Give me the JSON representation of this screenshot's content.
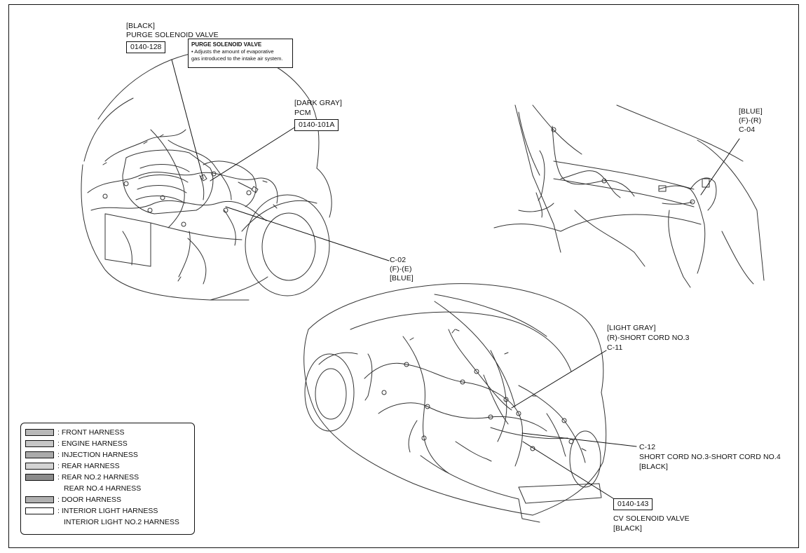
{
  "labels": {
    "purge_color": "[BLACK]",
    "purge_name": "PURGE SOLENOID VALVE",
    "purge_code": "0140-128",
    "callout_title": "PURGE SOLENOID VALVE",
    "callout_line1": "• Adjusts the amount of evaporative",
    "callout_line2": "gas introduced to the intake air system.",
    "pcm_color": "[DARK GRAY]",
    "pcm_name": "PCM",
    "pcm_code": "0140-101A",
    "c02_id": "C-02",
    "c02_dir": "(F)-(E)",
    "c02_color": "[BLUE]",
    "c04_color": "[BLUE]",
    "c04_dir": "(F)-(R)",
    "c04_id": "C-04",
    "c11_color": "[LIGHT GRAY]",
    "c11_name": "(R)-SHORT CORD NO.3",
    "c11_id": "C-11",
    "c12_id": "C-12",
    "c12_name": "SHORT CORD NO.3-SHORT CORD NO.4",
    "c12_color": "[BLACK]",
    "cv_code": "0140-143",
    "cv_name": "CV SOLENOID VALVE",
    "cv_color": "[BLACK]"
  },
  "legend": [
    {
      "text": ": FRONT HARNESS",
      "swatch": "#b9b9b9"
    },
    {
      "text": ": ENGINE HARNESS",
      "swatch": "#c6c6c6"
    },
    {
      "text": ": INJECTION HARNESS",
      "swatch": "#aaaaaa"
    },
    {
      "text": ": REAR HARNESS",
      "swatch": "#d4d4d4"
    },
    {
      "text": ": REAR NO.2 HARNESS",
      "swatch": "#8c8c8c"
    },
    {
      "text": "REAR NO.4 HARNESS",
      "swatch": ""
    },
    {
      "text": ": DOOR HARNESS",
      "swatch": "#b0b0b0"
    },
    {
      "text": ": INTERIOR LIGHT HARNESS",
      "swatch": "#ffffff"
    },
    {
      "text": "INTERIOR LIGHT NO.2 HARNESS",
      "swatch": ""
    }
  ]
}
